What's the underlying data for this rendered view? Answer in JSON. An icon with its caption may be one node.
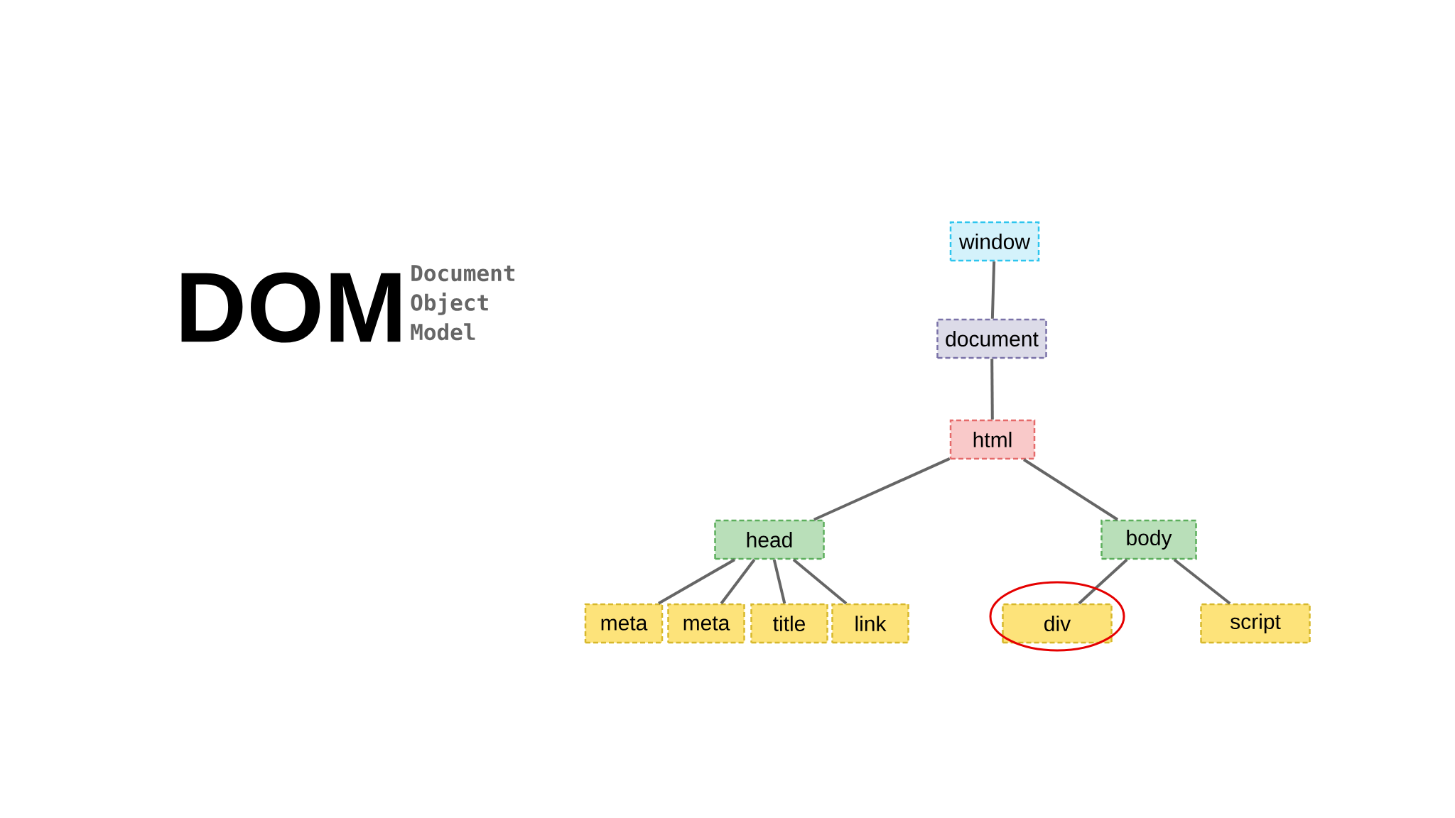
{
  "diagram": {
    "title": "DOM",
    "nodes": [
      {
        "text": [
          "window"
        ]
      },
      {
        "text": [
          "document"
        ]
      },
      {
        "text": [
          "html"
        ]
      },
      {
        "text": [
          "head"
        ]
      },
      {
        "text": [
          "body"
        ]
      },
      {
        "text": [
          "meta"
        ]
      },
      {
        "text": [
          "meta"
        ]
      },
      {
        "text": [
          "title"
        ]
      },
      {
        "text": [
          "link"
        ]
      },
      {
        "text": [
          "div"
        ]
      },
      {
        "text": [
          "script"
        ]
      }
    ],
    "edges": [
      {
        "from": 0,
        "to": 1,
        "arrow": "none"
      },
      {
        "from": 1,
        "to": 2,
        "arrow": "none"
      },
      {
        "from": 2,
        "to": 3,
        "arrow": "none"
      },
      {
        "from": 2,
        "to": 4,
        "arrow": "none"
      },
      {
        "from": 3,
        "to": 5,
        "arrow": "none"
      },
      {
        "from": 3,
        "to": 6,
        "arrow": "none"
      },
      {
        "from": 3,
        "to": 7,
        "arrow": "none"
      },
      {
        "from": 3,
        "to": 8,
        "arrow": "none"
      },
      {
        "from": 4,
        "to": 9,
        "arrow": "none"
      },
      {
        "from": 4,
        "to": 10,
        "arrow": "none"
      }
    ],
    "labels": [
      "Document Object Model"
    ]
  }
}
